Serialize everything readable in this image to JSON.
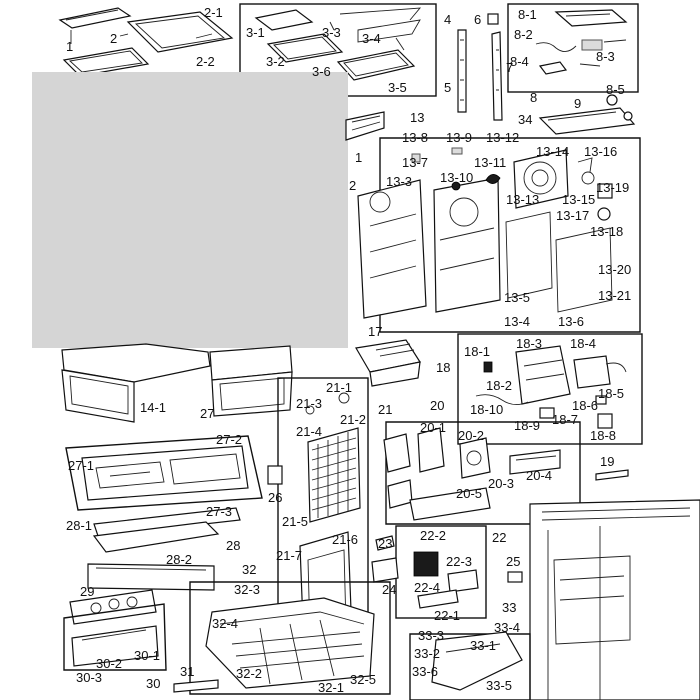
{
  "labels": [
    {
      "id": "1",
      "text": "1"
    },
    {
      "id": "2",
      "text": "2"
    },
    {
      "id": "2-1",
      "text": "2-1"
    },
    {
      "id": "2-2",
      "text": "2-2"
    },
    {
      "id": "3-1",
      "text": "3-1"
    },
    {
      "id": "3-2",
      "text": "3-2"
    },
    {
      "id": "3-3",
      "text": "3-3"
    },
    {
      "id": "3-4",
      "text": "3-4"
    },
    {
      "id": "3-5",
      "text": "3-5"
    },
    {
      "id": "3-6",
      "text": "3-6"
    },
    {
      "id": "4",
      "text": "4"
    },
    {
      "id": "5",
      "text": "5"
    },
    {
      "id": "6",
      "text": "6"
    },
    {
      "id": "7",
      "text": "7"
    },
    {
      "id": "8-1",
      "text": "8-1"
    },
    {
      "id": "8-2",
      "text": "8-2"
    },
    {
      "id": "8-3",
      "text": "8-3"
    },
    {
      "id": "8-4",
      "text": "8-4"
    },
    {
      "id": "8-5",
      "text": "8-5"
    },
    {
      "id": "8",
      "text": "8"
    },
    {
      "id": "9",
      "text": "9"
    },
    {
      "id": "34",
      "text": "34"
    },
    {
      "id": "12-1",
      "text": "1"
    },
    {
      "id": "13",
      "text": "13"
    },
    {
      "id": "13-8",
      "text": "13-8"
    },
    {
      "id": "13-9",
      "text": "13-9"
    },
    {
      "id": "13-12",
      "text": "13-12"
    },
    {
      "id": "13-7",
      "text": "13-7"
    },
    {
      "id": "13-11",
      "text": "13-11"
    },
    {
      "id": "13-14",
      "text": "13-14"
    },
    {
      "id": "13-16",
      "text": "13-16"
    },
    {
      "id": "13-10",
      "text": "13-10"
    },
    {
      "id": "13-3",
      "text": "13-3"
    },
    {
      "id": "13-13",
      "text": "13-13"
    },
    {
      "id": "13-15",
      "text": "13-15"
    },
    {
      "id": "13-19",
      "text": "13-19"
    },
    {
      "id": "13-17",
      "text": "13-17"
    },
    {
      "id": "13-18",
      "text": "13-18"
    },
    {
      "id": "13-20",
      "text": "13-20"
    },
    {
      "id": "13-5",
      "text": "13-5"
    },
    {
      "id": "13-21",
      "text": "13-21"
    },
    {
      "id": "13-4",
      "text": "13-4"
    },
    {
      "id": "13-6",
      "text": "13-6"
    },
    {
      "id": "2b",
      "text": "2"
    },
    {
      "id": "17",
      "text": "17"
    },
    {
      "id": "18",
      "text": "18"
    },
    {
      "id": "18-1",
      "text": "18-1"
    },
    {
      "id": "18-3",
      "text": "18-3"
    },
    {
      "id": "18-4",
      "text": "18-4"
    },
    {
      "id": "18-2",
      "text": "18-2"
    },
    {
      "id": "18-10",
      "text": "18-10"
    },
    {
      "id": "18-9",
      "text": "18-9"
    },
    {
      "id": "18-6",
      "text": "18-6"
    },
    {
      "id": "18-5",
      "text": "18-5"
    },
    {
      "id": "18-7",
      "text": "18-7"
    },
    {
      "id": "18-8",
      "text": "18-8"
    },
    {
      "id": "14-1",
      "text": "14-1"
    },
    {
      "id": "21-1",
      "text": "21-1"
    },
    {
      "id": "21-3",
      "text": "21-3"
    },
    {
      "id": "21-2",
      "text": "21-2"
    },
    {
      "id": "21",
      "text": "21"
    },
    {
      "id": "21-4",
      "text": "21-4"
    },
    {
      "id": "27",
      "text": "27"
    },
    {
      "id": "27-2",
      "text": "27-2"
    },
    {
      "id": "27-1",
      "text": "27-1"
    },
    {
      "id": "27-3",
      "text": "27-3"
    },
    {
      "id": "26",
      "text": "26"
    },
    {
      "id": "20",
      "text": "20"
    },
    {
      "id": "20-1",
      "text": "20-1"
    },
    {
      "id": "20-2",
      "text": "20-2"
    },
    {
      "id": "20-3",
      "text": "20-3"
    },
    {
      "id": "20-4",
      "text": "20-4"
    },
    {
      "id": "20-5",
      "text": "20-5"
    },
    {
      "id": "19",
      "text": "19"
    },
    {
      "id": "21-5",
      "text": "21-5"
    },
    {
      "id": "21-6",
      "text": "21-6"
    },
    {
      "id": "21-7",
      "text": "21-7"
    },
    {
      "id": "23",
      "text": "23"
    },
    {
      "id": "24",
      "text": "24"
    },
    {
      "id": "22",
      "text": "22"
    },
    {
      "id": "22-2",
      "text": "22-2"
    },
    {
      "id": "22-3",
      "text": "22-3"
    },
    {
      "id": "22-4",
      "text": "22-4"
    },
    {
      "id": "22-1",
      "text": "22-1"
    },
    {
      "id": "25",
      "text": "25"
    },
    {
      "id": "28-1",
      "text": "28-1"
    },
    {
      "id": "28",
      "text": "28"
    },
    {
      "id": "28-2",
      "text": "28-2"
    },
    {
      "id": "29",
      "text": "29"
    },
    {
      "id": "30-2",
      "text": "30-2"
    },
    {
      "id": "30-1",
      "text": "30-1"
    },
    {
      "id": "30-3",
      "text": "30-3"
    },
    {
      "id": "30",
      "text": "30"
    },
    {
      "id": "31",
      "text": "31"
    },
    {
      "id": "32",
      "text": "32"
    },
    {
      "id": "32-3",
      "text": "32-3"
    },
    {
      "id": "32-4",
      "text": "32-4"
    },
    {
      "id": "32-2",
      "text": "32-2"
    },
    {
      "id": "32-1",
      "text": "32-1"
    },
    {
      "id": "32-5",
      "text": "32-5"
    },
    {
      "id": "33",
      "text": "33"
    },
    {
      "id": "33-3",
      "text": "33-3"
    },
    {
      "id": "33-4",
      "text": "33-4"
    },
    {
      "id": "33-1",
      "text": "33-1"
    },
    {
      "id": "33-2",
      "text": "33-2"
    },
    {
      "id": "33-6",
      "text": "33-6"
    },
    {
      "id": "33-5",
      "text": "33-5"
    }
  ]
}
